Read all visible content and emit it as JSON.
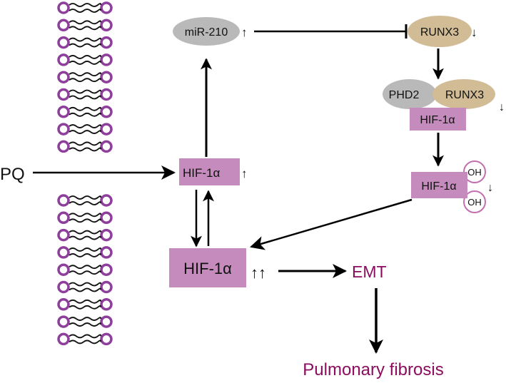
{
  "nodes": {
    "pq": "PQ",
    "hif_center": "HIF-1α",
    "hif_center_arrow": "↑",
    "hif_main": "HIF-1α",
    "hif_main_arrow": "↑↑",
    "mir210": "miR-210",
    "mir210_arrow": "↑",
    "runx3_top": "RUNX3",
    "runx3_top_arrow": "↓",
    "phd2": "PHD2",
    "runx3_complex": "RUNX3",
    "complex_arrow": "↓",
    "hif_complex": "HIF-1α",
    "hif_oh": "HIF-1α",
    "hif_oh_arrow": "↓",
    "oh_top": "OH",
    "oh_bottom": "OH",
    "emt": "EMT",
    "fibrosis": "Pulmonary fibrosis"
  },
  "colors": {
    "hif_box": "#c68bbd",
    "mir_ellipse": "#b9b9b9",
    "runx_ellipse": "#d2bc96",
    "phd_ellipse": "#b9b9b9",
    "membrane": "#8e3f9c",
    "outcome_text": "#8a0d5e",
    "oh_circle": "#c26fb0"
  }
}
